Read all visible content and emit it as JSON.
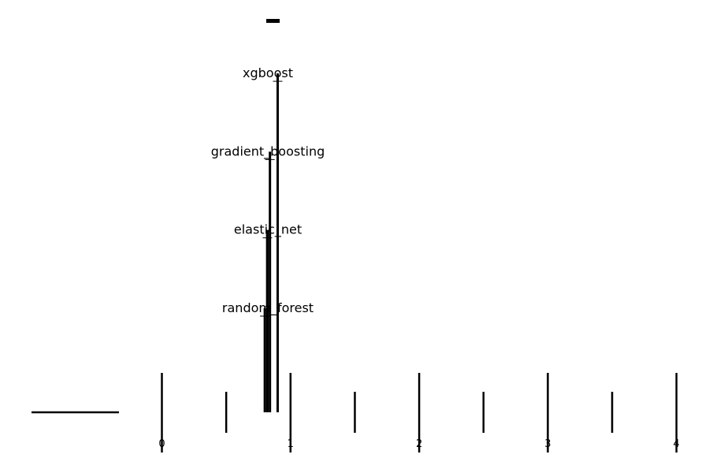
{
  "chart_data": {
    "type": "bar",
    "orientation": "vertical",
    "categories": [
      "random_forest",
      "elastic_net",
      "gradient_boosting",
      "xgboost"
    ],
    "values": [
      0.8,
      0.82,
      0.84,
      0.9
    ],
    "xlim": [
      -1.0,
      4.2
    ],
    "x_ticks_major": [
      0,
      1,
      2,
      3,
      4
    ],
    "x_ticks_minor": [
      0.5,
      1.5,
      2.5,
      3.5
    ],
    "x_tick_labels": [
      "0",
      "1",
      "2",
      "3",
      "4"
    ],
    "legend_swatch": true,
    "title": "",
    "xlabel": "",
    "ylabel": "",
    "grid": false,
    "colors": {
      "ink": "#000000",
      "background": "#ffffff"
    }
  }
}
